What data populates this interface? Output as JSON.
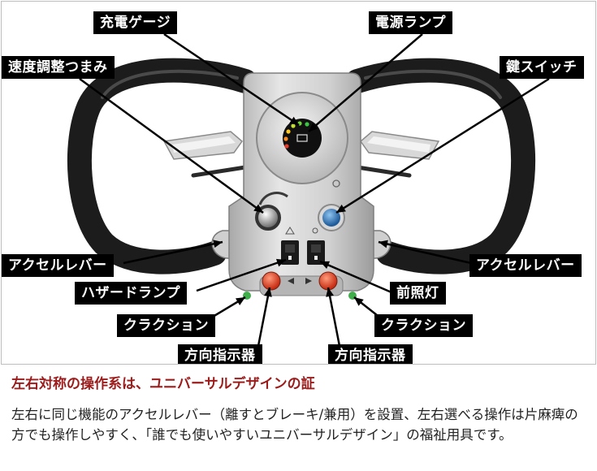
{
  "labels": {
    "charge_gauge": "充電ゲージ",
    "power_lamp": "電源ランプ",
    "speed_knob": "速度調整つまみ",
    "key_switch": "鍵スイッチ",
    "accel_lever_left": "アクセルレバー",
    "accel_lever_right": "アクセルレバー",
    "hazard_lamp": "ハザードランプ",
    "headlight": "前照灯",
    "horn_left": "クラクション",
    "horn_right": "クラクション",
    "turn_signal_left": "方向指示器",
    "turn_signal_right": "方向指示器"
  },
  "caption": {
    "title": "左右対称の操作系は、ユニバーサルデザインの証",
    "body": "左右に同じ機能のアクセルレバー（離すとブレーキ/兼用）を設置、左右選べる操作は片麻痺の方でも操作しやすく、「誰でも使いやすいユニバーサルデザイン」の福祉用具です。"
  },
  "colors": {
    "label_bg": "#000000",
    "label_text": "#ffffff",
    "caption_title": "#9c1b1b",
    "grip": "#1c1c1c",
    "panel": "#c9c9c9",
    "turn_button": "#e2452a",
    "key_switch": "#2f6fb0"
  }
}
